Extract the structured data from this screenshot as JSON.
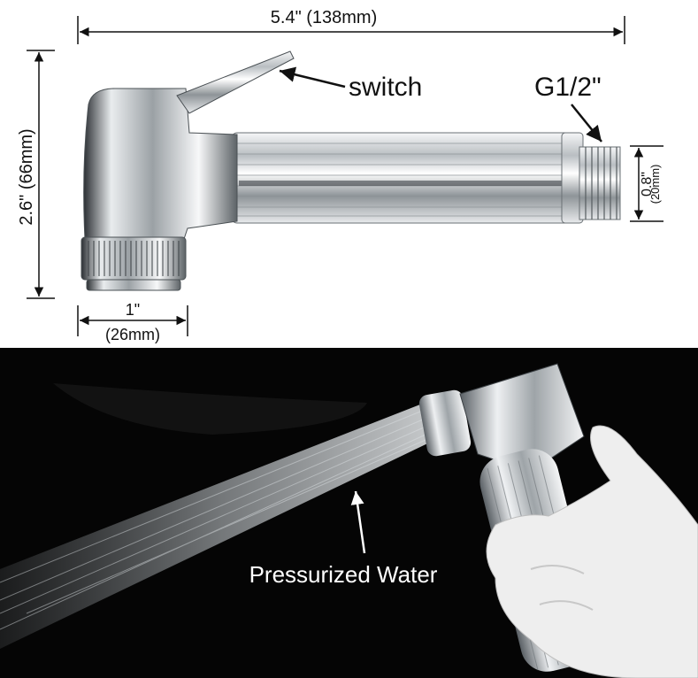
{
  "dimensions": {
    "length": "5.4\" (138mm)",
    "height": "2.6\" (66mm)",
    "nozzle_width_in": "1\"",
    "nozzle_width_mm": "(26mm)",
    "thread_diameter_in": "0.8\"",
    "thread_diameter_mm": "(20mm)"
  },
  "callouts": {
    "switch": "switch",
    "thread": "G1/2\"",
    "water": "Pressurized Water"
  },
  "colors": {
    "top_background": "#ffffff",
    "bottom_background": "#050505",
    "chrome": "#d9dde0",
    "dimension_line": "#111111"
  }
}
